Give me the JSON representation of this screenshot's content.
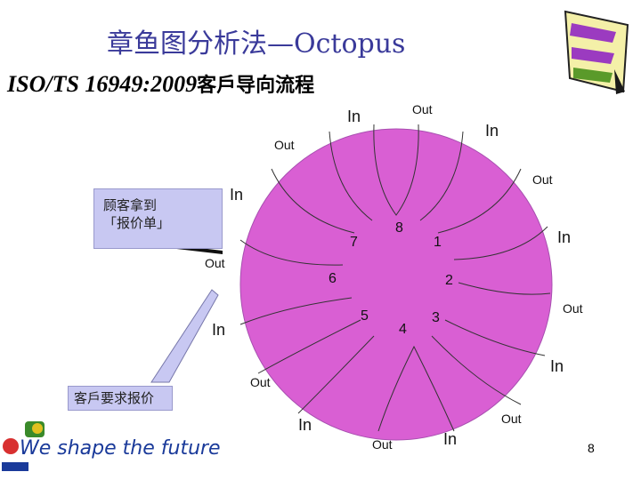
{
  "slide": {
    "title": "章鱼图分析法—Octopus",
    "subtitle_latin": "ISO/TS 16949:2009",
    "subtitle_cn": "客戶导向流程",
    "page_number": "8"
  },
  "callouts": {
    "quote": "顾客拿到\n「报价单」",
    "request": "客戶要求报价"
  },
  "logo": {
    "tagline": "We shape the future"
  },
  "inner_numbers": [
    "8",
    "7",
    "1",
    "6",
    "2",
    "5",
    "4",
    "3"
  ],
  "tentacle_labels": {
    "in": "In",
    "out": "Out"
  },
  "colors": {
    "body": "#d95fd3",
    "callout": "#c8c8f2",
    "title": "#3a3a9a"
  }
}
